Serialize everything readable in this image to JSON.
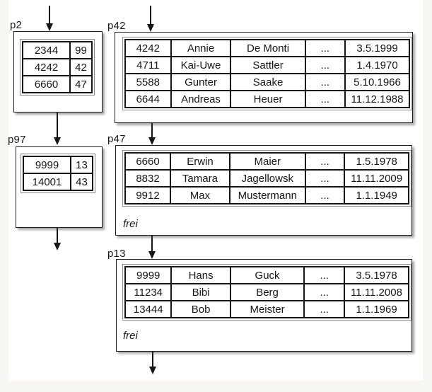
{
  "pages": {
    "p2": {
      "label": "p2",
      "rows": [
        [
          "2344",
          "99"
        ],
        [
          "4242",
          "42"
        ],
        [
          "6660",
          "47"
        ]
      ]
    },
    "p42": {
      "label": "p42",
      "rows": [
        [
          "4242",
          "Annie",
          "De Monti",
          "...",
          "3.5.1999"
        ],
        [
          "4711",
          "Kai-Uwe",
          "Sattler",
          "...",
          "1.4.1970"
        ],
        [
          "5588",
          "Gunter",
          "Saake",
          "...",
          "5.10.1966"
        ],
        [
          "6644",
          "Andreas",
          "Heuer",
          "...",
          "11.12.1988"
        ]
      ]
    },
    "p97": {
      "label": "p97",
      "rows": [
        [
          "9999",
          "13"
        ],
        [
          "14001",
          "43"
        ]
      ]
    },
    "p47": {
      "label": "p47",
      "rows": [
        [
          "6660",
          "Erwin",
          "Maier",
          "...",
          "1.5.1978"
        ],
        [
          "8832",
          "Tamara",
          "Jagellowsk",
          "...",
          "11.11.2009"
        ],
        [
          "9912",
          "Max",
          "Mustermann",
          "...",
          "1.1.1949"
        ]
      ],
      "footer": "frei"
    },
    "p13": {
      "label": "p13",
      "rows": [
        [
          "9999",
          "Hans",
          "Guck",
          "...",
          "3.5.1978"
        ],
        [
          "11234",
          "Bibi",
          "Berg",
          "...",
          "11.11.2008"
        ],
        [
          "13444",
          "Bob",
          "Meister",
          "...",
          "1.1.1969"
        ]
      ],
      "footer": "frei"
    }
  },
  "colors": {
    "line": "#161616",
    "table_frame": "#8e8e8e",
    "slide_background": "#ffffff",
    "page_background": "#f7f6f3"
  }
}
